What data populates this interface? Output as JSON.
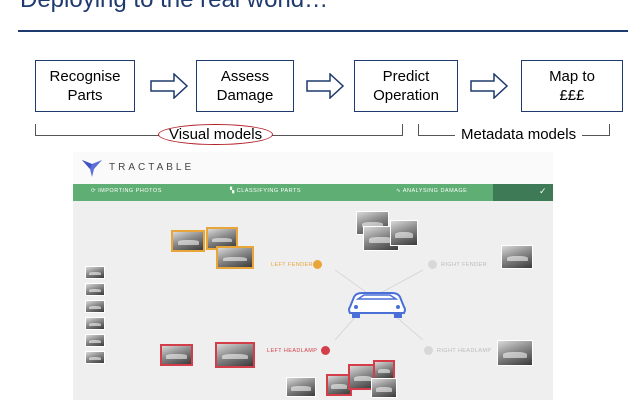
{
  "slide": {
    "title": "Deploying to the real world…"
  },
  "pipeline": {
    "steps": [
      {
        "label": "Recognise\nParts"
      },
      {
        "label": "Assess\nDamage"
      },
      {
        "label": "Predict\nOperation"
      },
      {
        "label": "Map to\n£££"
      }
    ],
    "groups": {
      "visual": "Visual models",
      "metadata": "Metadata models"
    }
  },
  "app": {
    "brand": "TRACTABLE",
    "progress_steps": [
      {
        "label": "IMPORTING PHOTOS"
      },
      {
        "label": "CLASSIFYING PARTS"
      },
      {
        "label": "ANALYSING DAMAGE"
      }
    ],
    "parts": {
      "left_fender": "LEFT FENDER",
      "right_fender": "RIGHT FENDER",
      "left_headlamp": "LEFT HEADLAMP",
      "right_headlamp": "RIGHT HEADLAMP"
    },
    "colors": {
      "brand": "#5b6fd6",
      "progress": "#5fae73",
      "fender_highlight": "#e8a53a",
      "headlamp_highlight": "#d33e4a",
      "car_outline": "#4a6fd6"
    }
  }
}
